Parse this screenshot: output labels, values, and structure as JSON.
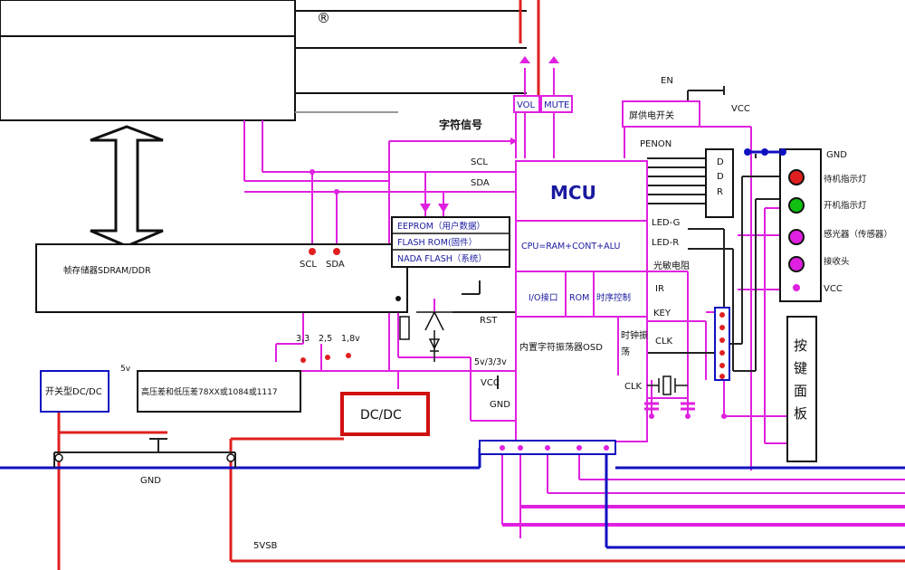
{
  "labels": {
    "registered": "®",
    "en": "EN",
    "vcc_top": "VCC",
    "vol": "VOL",
    "mute": "MUTE",
    "screen_power_switch": "屏供电开关",
    "char_signal": "字符信号",
    "penon": "PENON",
    "scl": "SCL",
    "sda": "SDA",
    "mcu": "MCU",
    "ddr": [
      "D",
      "D",
      "R"
    ],
    "eeprom": "EEPROM（用户数据）",
    "flash_rom": "FLASH ROM(固件）",
    "nand_flash": "NADA FLASH（系统）",
    "cpu": "CPU=RAM+CONT+ALU",
    "io": "I/O接口",
    "rom": "ROM",
    "timing": "时序控制",
    "led_g": "LED-G",
    "led_r": "LED-R",
    "photoresistor": "光敏电阻",
    "ir": "IR",
    "key": "KEY",
    "clk": "CLK",
    "osd": "内置字符振荡器OSD",
    "clock_osc": [
      "时钟振",
      "荡"
    ],
    "rst": "RST",
    "volt_33": "3,3",
    "volt_25": "2,5",
    "volt_18": "1,8v",
    "v5v33": "5v/3/3v",
    "vcc_mid": "VCC",
    "gnd_mid": "GND",
    "clk_bottom": "CLK",
    "dcdc": "DC/DC",
    "switch_dcdc": "开关型DC/DC",
    "regulator": "高压差和低压差78XX或1084或1117",
    "v5": "5v",
    "gnd_bottom": "GND",
    "v5vsb": "5VSB",
    "frame_memory": "帧存储器SDRAM/DDR",
    "scl_pin": "SCL",
    "sda_pin": "SDA",
    "gnd_right": "GND",
    "standby_led": "待机指示灯",
    "power_led": "开机指示灯",
    "light_sensor": "感光器（传感器）",
    "receiver": "接收头",
    "vcc_right": "VCC",
    "key_panel": [
      "按",
      "键",
      "面",
      "板"
    ]
  },
  "colors": {
    "magenta": "#e020e0",
    "red": "#e02020",
    "blue": "#1010c0",
    "dark": "#222222",
    "green": "#10c010",
    "mcu_blue": "#1a1aa0"
  }
}
